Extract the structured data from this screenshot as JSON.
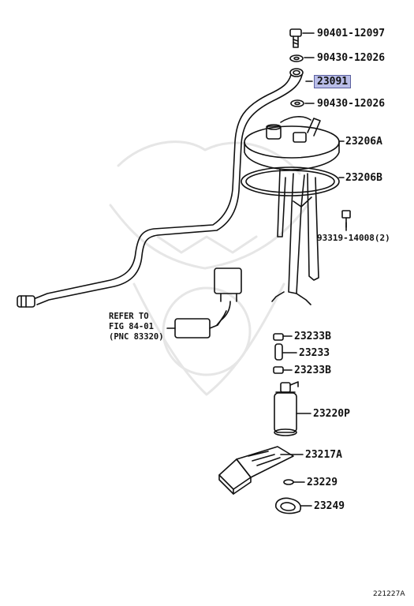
{
  "parts": {
    "bolt": "90401-12097",
    "washer_top": "90430-12026",
    "hose_tube": "23091",
    "washer_bottom": "90430-12026",
    "gauge_assy": "23206A",
    "gasket": "23206B",
    "screw": "93319-14008",
    "screw_qty": "(2)",
    "clamp_a": "23233B",
    "hose": "23233",
    "clamp_b": "23233B",
    "pump": "23220P",
    "filter": "23217A",
    "retainer": "23229",
    "cushion": "23249"
  },
  "reference": {
    "line1": "REFER TO",
    "line2": "FIG 84-01",
    "line3": "(PNC 83320)"
  },
  "catalog_number": "221227A",
  "highlight_color": "#b9bde8"
}
